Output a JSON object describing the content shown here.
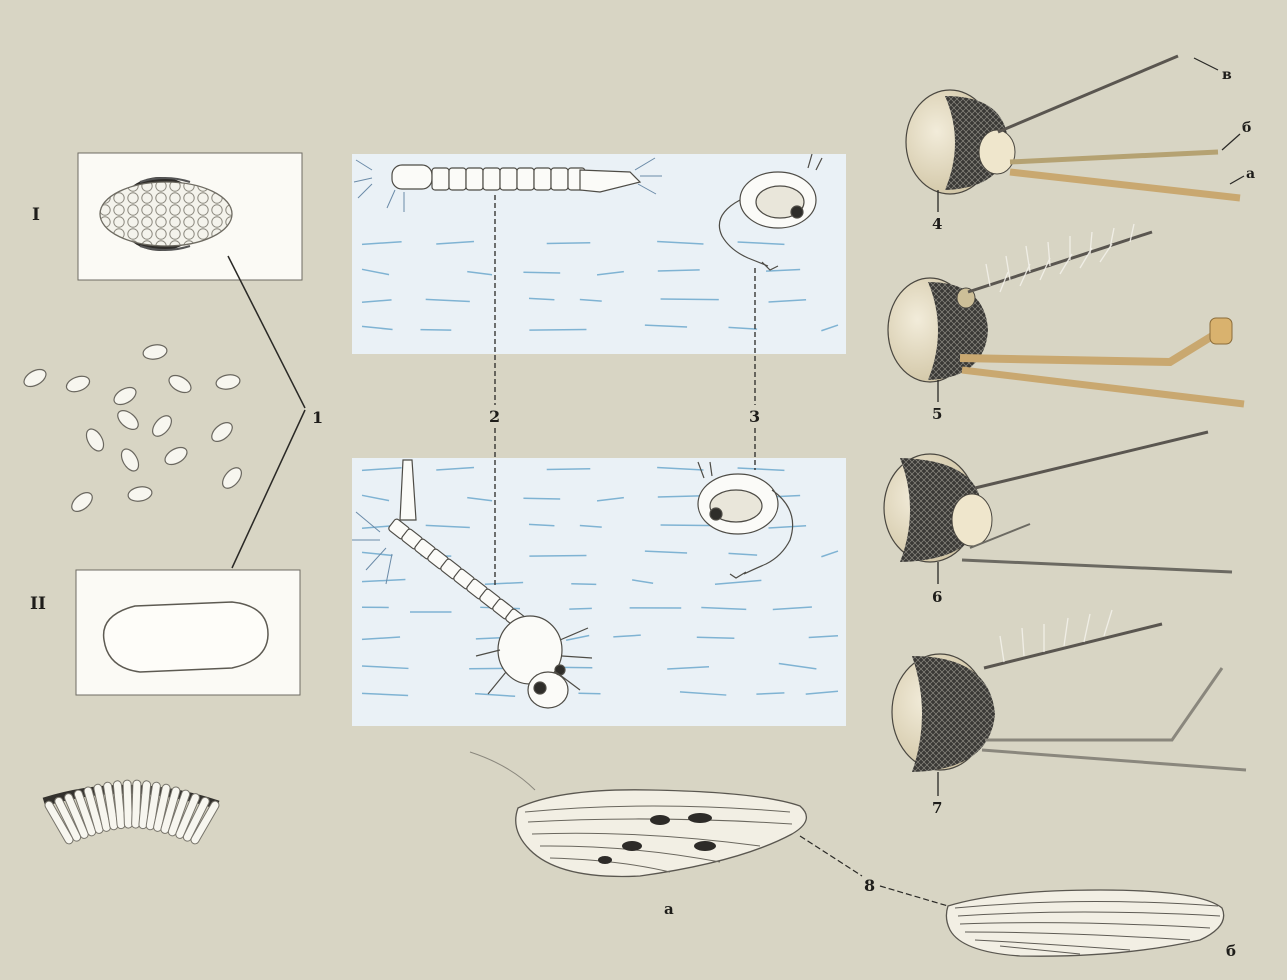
{
  "roman_labels": {
    "first": "I",
    "second": "II"
  },
  "callouts": {
    "eggs": "1",
    "larva": "2",
    "pupa": "3",
    "head_culex_female": "4",
    "head_culex_male": "5",
    "head_anopheles_female": "6",
    "head_anopheles_male": "7",
    "wings": "8"
  },
  "head_part_labels": {
    "v": "в",
    "b": "б",
    "a": "а"
  },
  "wing_labels": {
    "a": "а",
    "b": "б"
  },
  "colors": {
    "background": "#d8d5c4",
    "water": "#eaf1f6",
    "water_lines": "#7fb3d3",
    "ink": "#2b2a26",
    "eye": "#2e2e2c",
    "palp": "#c9a870"
  }
}
